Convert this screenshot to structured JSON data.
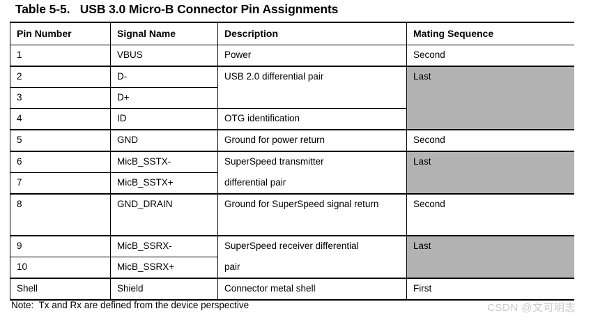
{
  "document": {
    "title": "Table 5-5.   USB 3.0 Micro-B Connector Pin Assignments",
    "note": "Note:  Tx and Rx are defined from the device perspective",
    "watermark": "CSDN @文可明志"
  },
  "table": {
    "headers": {
      "pin_number": "Pin Number",
      "signal_name": "Signal Name",
      "description": "Description",
      "mating_sequence": "Mating Sequence"
    },
    "rows": [
      {
        "pin": "1",
        "signal": "VBUS",
        "description": "Power",
        "mating": "Second"
      },
      {
        "pin": "2",
        "signal": "D-",
        "description": "USB 2.0 differential pair",
        "mating": "Last"
      },
      {
        "pin": "3",
        "signal": "D+",
        "description": "",
        "mating": ""
      },
      {
        "pin": "4",
        "signal": "ID",
        "description": "OTG identification",
        "mating": ""
      },
      {
        "pin": "5",
        "signal": "GND",
        "description": "Ground for power return",
        "mating": "Second"
      },
      {
        "pin": "6",
        "signal": "MicB_SSTX-",
        "description": "SuperSpeed transmitter",
        "mating": "Last"
      },
      {
        "pin": "7",
        "signal": "MicB_SSTX+",
        "description": "differential pair",
        "mating": ""
      },
      {
        "pin": "8",
        "signal": "GND_DRAIN",
        "description": "Ground for SuperSpeed signal return",
        "mating": "Second"
      },
      {
        "pin": "9",
        "signal": "MicB_SSRX-",
        "description": "SuperSpeed receiver differential",
        "mating": "Last"
      },
      {
        "pin": "10",
        "signal": "MicB_SSRX+",
        "description": "pair",
        "mating": ""
      },
      {
        "pin": "Shell",
        "signal": "Shield",
        "description": "Connector metal shell",
        "mating": "First"
      }
    ]
  },
  "colors": {
    "shade": "#b3b3b3",
    "rule": "#000000",
    "watermark": "#c9c9c9"
  }
}
